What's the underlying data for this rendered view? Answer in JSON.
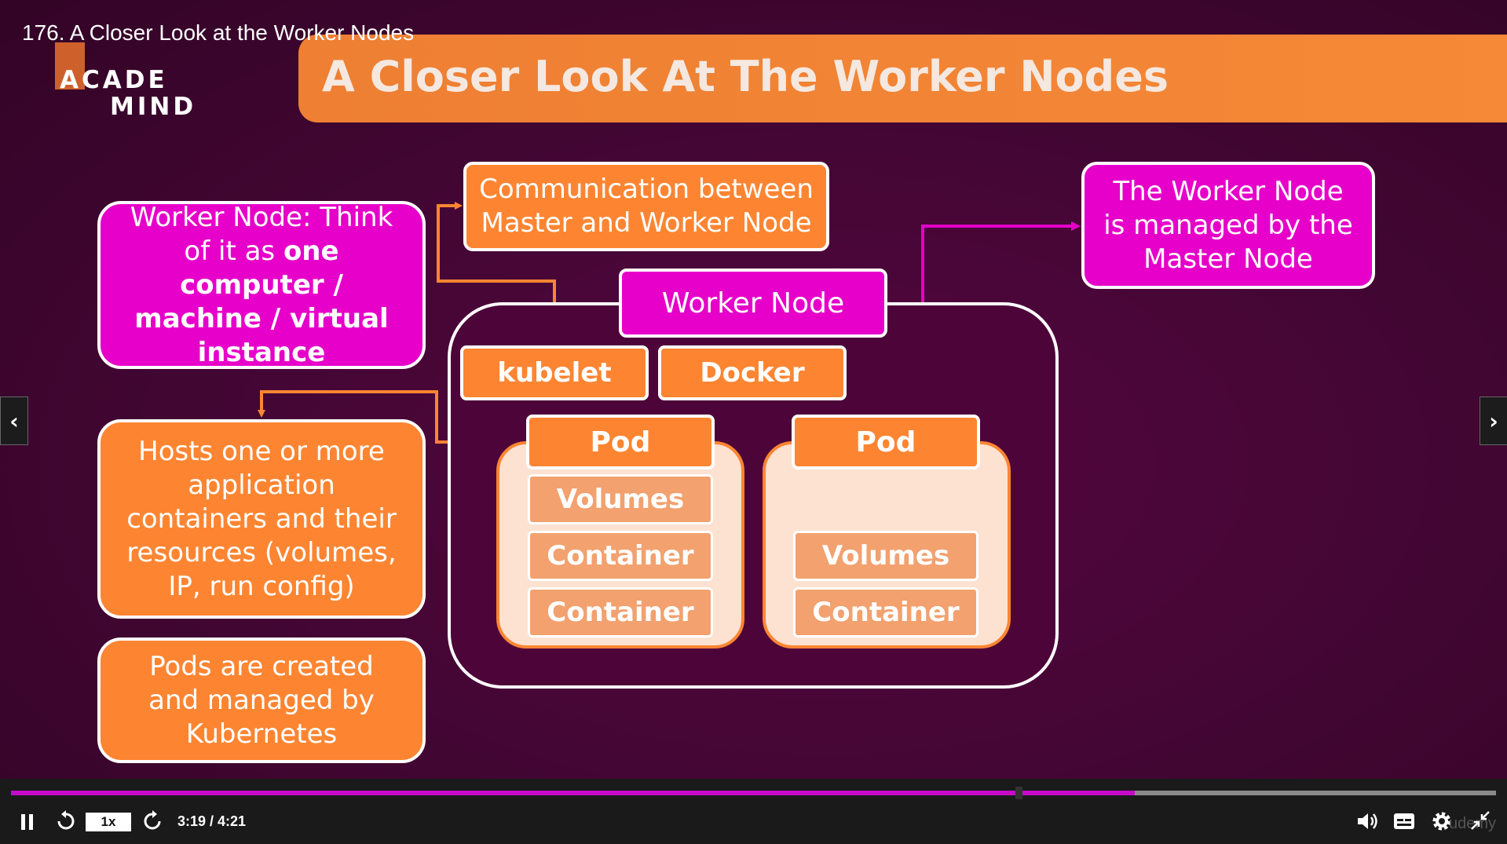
{
  "player": {
    "lecture_title": "176. A Closer Look at the Worker Nodes",
    "time": "3:19 / 4:21",
    "speed": "1x",
    "progress": 0.757,
    "watermark": "udemy"
  },
  "slide": {
    "logo_line1": "ACADE",
    "logo_line2": "MIND",
    "title": "A Closer Look At The Worker Nodes",
    "worker_node_def_part1": "Worker Node: Think of it as ",
    "worker_node_def_bold": "one computer / machine / virtual instance",
    "comm_note": "Communication between Master and Worker Node",
    "managed_note": "The Worker Node is managed by the Master Node",
    "worker_node_label": "Worker Node",
    "kubelet": "kubelet",
    "docker": "Docker",
    "pod1": {
      "label": "Pod",
      "items": [
        "Volumes",
        "Container",
        "Container"
      ]
    },
    "pod2": {
      "label": "Pod",
      "items": [
        "Volumes",
        "Container"
      ]
    },
    "hosts_note": "Hosts one or more application containers and their resources (volumes, IP, run config)",
    "pods_note": "Pods are created and managed by Kubernetes"
  },
  "colors": {
    "magenta": "#e600c9",
    "orange": "#fd8532",
    "background": "#420633",
    "progress": "#c60acb"
  }
}
